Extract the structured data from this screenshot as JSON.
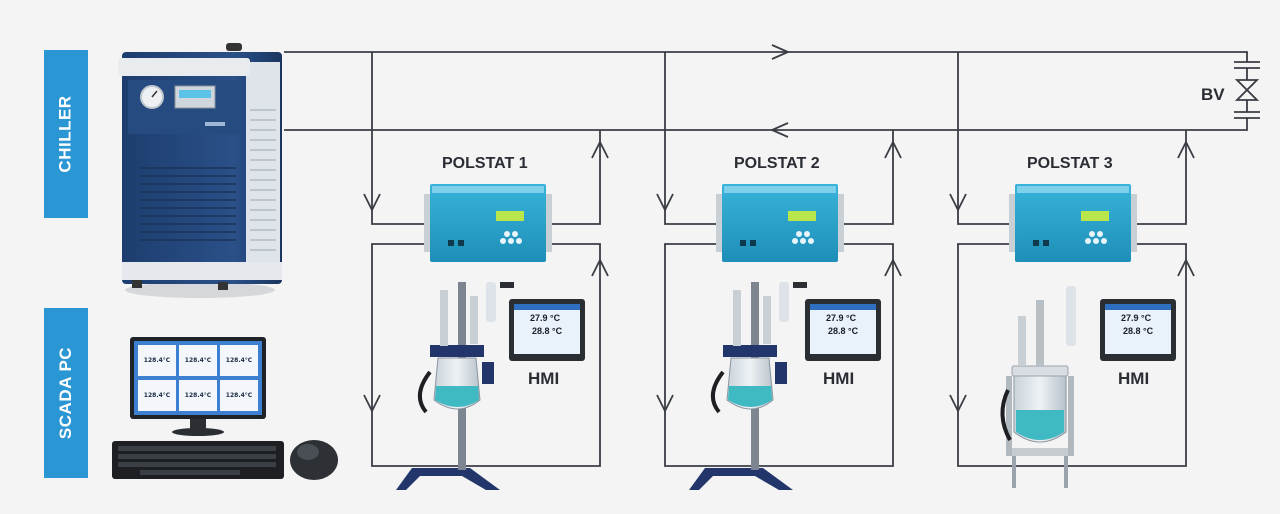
{
  "labels": {
    "chiller": "CHILLER",
    "scada": "SCADA PC",
    "bv": "BV"
  },
  "polstats": [
    {
      "title": "POLSTAT 1",
      "hmi": "HMI",
      "hmi_temp1": "27.9 °C",
      "hmi_temp2": "28.8 °C",
      "vessel": "small"
    },
    {
      "title": "POLSTAT 2",
      "hmi": "HMI",
      "hmi_temp1": "27.9 °C",
      "hmi_temp2": "28.8 °C",
      "vessel": "small"
    },
    {
      "title": "POLSTAT 3",
      "hmi": "HMI",
      "hmi_temp1": "27.9 °C",
      "hmi_temp2": "28.8 °C",
      "vessel": "large"
    }
  ],
  "scada_screen": {
    "tiles": [
      {
        "value": "128.4°C"
      },
      {
        "value": "128.4°C"
      },
      {
        "value": "128.4°C"
      },
      {
        "value": "128.4°C"
      },
      {
        "value": "128.4°C"
      },
      {
        "value": "128.4°C"
      }
    ]
  },
  "colors": {
    "label_bg": "#2b96d4",
    "equipment_blue": "#2aa0c8",
    "chiller_blue": "#22467a",
    "line": "#3a3d44",
    "liquid": "#3fb9c2"
  }
}
